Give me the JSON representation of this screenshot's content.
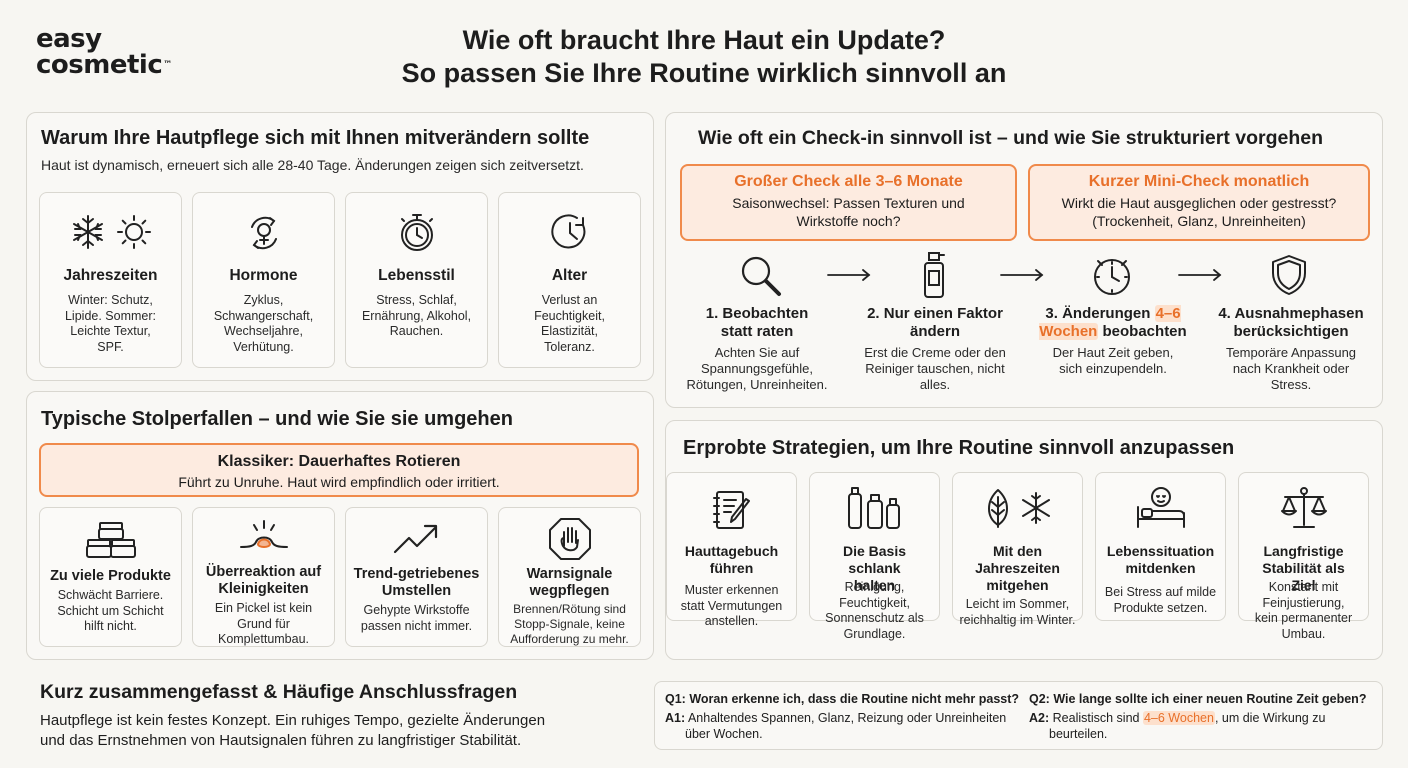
{
  "logo": {
    "line1": "easy",
    "line2": "cosmetic",
    "tm": "™"
  },
  "title": {
    "line1": "Wie oft braucht Ihre Haut ein Update?",
    "line2": "So passen Sie Ihre Routine wirklich sinnvoll an"
  },
  "why": {
    "title": "Warum Ihre Hautpflege sich mit Ihnen mitverändern sollte",
    "subtitle": "Haut ist dynamisch, erneuert sich alle 28-40 Tage. Änderungen zeigen sich zeitversetzt.",
    "cards": [
      {
        "title": "Jahreszeiten",
        "desc": "Winter: Schutz, Lipide. Sommer: Leichte Textur, SPF.",
        "icons": [
          "snowflake-icon",
          "sun-icon"
        ]
      },
      {
        "title": "Hormone",
        "desc": "Zyklus, Schwangerschaft, Wechseljahre, Verhütung.",
        "icons": [
          "hormone-cycle-icon"
        ]
      },
      {
        "title": "Lebensstil",
        "desc": "Stress, Schlaf, Ernährung, Alkohol, Rauchen.",
        "icons": [
          "stopwatch-icon"
        ]
      },
      {
        "title": "Alter",
        "desc": "Verlust an Feuchtigkeit, Elastizität, Toleranz.",
        "icons": [
          "clock-icon"
        ]
      }
    ]
  },
  "checkin": {
    "title": "Wie oft ein Check-in sinnvoll ist – und wie Sie strukturiert vorgehen",
    "big": {
      "title": "Großer Check alle 3–6 Monate",
      "desc": "Saisonwechsel: Passen Texturen und Wirkstoffe noch?"
    },
    "mini": {
      "title": "Kurzer Mini-Check monatlich",
      "desc": "Wirkt die Haut ausgeglichen oder gestresst? (Trockenheit, Glanz, Unreinheiten)"
    },
    "steps": [
      {
        "title": "1. Beobachten statt raten",
        "desc": "Achten Sie auf Spannungsgefühle, Rötungen, Unreinheiten.",
        "icon": "magnifier-icon"
      },
      {
        "title": "2. Nur einen Faktor ändern",
        "desc": "Erst die Creme oder den Reiniger tauschen, nicht alles.",
        "icon": "bottle-icon"
      },
      {
        "title_pre": "3. Änderungen ",
        "title_hl": "4–6 Wochen",
        "title_post": " beobachten",
        "desc": "Der Haut Zeit geben, sich einzupendeln.",
        "icon": "clock-icon"
      },
      {
        "title": "4. Ausnahmephasen berücksichtigen",
        "desc": "Temporäre Anpassung nach Krankheit oder Stress.",
        "icon": "shield-icon"
      }
    ]
  },
  "pitfalls": {
    "title": "Typische Stolperfallen – und wie Sie sie umgehen",
    "classic": {
      "title": "Klassiker: Dauerhaftes Rotieren",
      "desc": "Führt zu Unruhe. Haut wird empfindlich oder irritiert."
    },
    "cards": [
      {
        "title": "Zu viele Produkte",
        "desc": "Schwächt Barriere. Schicht um Schicht hilft nicht.",
        "icon": "stacked-jars-icon"
      },
      {
        "title": "Überreaktion auf Kleinigkeiten",
        "desc": "Ein Pickel ist kein Grund für Komplettumbau.",
        "icon": "pimple-icon"
      },
      {
        "title": "Trend-getriebenes Umstellen",
        "desc": "Gehypte Wirkstoffe passen nicht immer.",
        "icon": "trend-arrow-icon"
      },
      {
        "title": "Warnsignale wegpflegen",
        "desc": "Brennen/Rötung sind Stopp-Signale, keine Aufforderung zu mehr.",
        "icon": "stop-hand-icon"
      }
    ]
  },
  "strategies": {
    "title": "Erprobte Strategien, um Ihre Routine sinnvoll anzupassen",
    "cards": [
      {
        "title": "Hauttagebuch führen",
        "desc": "Muster erkennen statt Vermutungen anstellen.",
        "icon": "journal-icon"
      },
      {
        "title": "Die Basis schlank halten",
        "desc": "Reinigung, Feuchtigkeit, Sonnenschutz als Grundlage.",
        "icon": "bottles-icon"
      },
      {
        "title": "Mit den Jahreszeiten mitgehen",
        "desc": "Leicht im Sommer, reichhaltig im Winter.",
        "icon": "leaf-snowflake-icon"
      },
      {
        "title": "Lebenssituation mitdenken",
        "desc": "Bei Stress auf milde Produkte setzen.",
        "icon": "resting-person-icon"
      },
      {
        "title": "Langfristige Stabilität als Ziel",
        "desc": "Konstant mit Feinjustierung, kein permanenter Umbau.",
        "icon": "scale-icon"
      }
    ]
  },
  "summary": {
    "title": "Kurz zusammengefasst & Häufige Anschlussfragen",
    "line1": "Hautpflege ist kein festes Konzept. Ein ruhiges Tempo, gezielte Änderungen",
    "line2": "und das Ernstnehmen von Hautsignalen führen zu langfristiger Stabilität."
  },
  "faq": {
    "q1": {
      "q_label": "Q1:",
      "q": "Woran erkenne ich, dass die Routine nicht mehr passt?",
      "a_label": "A1:",
      "a_line1": "Anhaltendes Spannen, Glanz, Reizung oder Unreinheiten",
      "a_line2": "über Wochen."
    },
    "q2": {
      "q_label": "Q2:",
      "q": "Wie lange sollte ich einer neuen Routine Zeit geben?",
      "a_label": "A2:",
      "a_pre": "Realistisch sind ",
      "a_hl": "4–6 Wochen",
      "a_post": ", um die Wirkung zu",
      "a_line2": "beurteilen."
    }
  },
  "colors": {
    "accent": "#e8702a",
    "accent_bg": "#fdebe0",
    "border": "#d9d7d0",
    "background": "#f7f6f2"
  }
}
